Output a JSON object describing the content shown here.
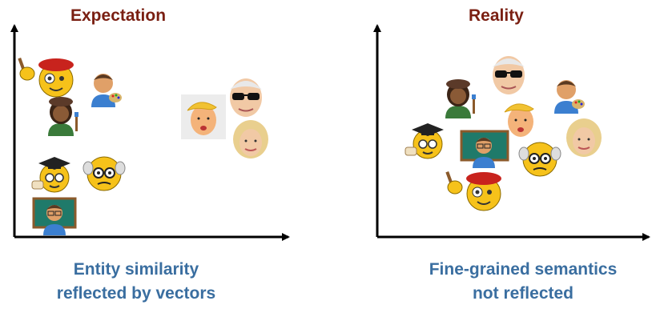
{
  "left_panel": {
    "title": "Expectation",
    "caption_line1": "Entity similarity",
    "caption_line2": "reflected by vectors"
  },
  "right_panel": {
    "title": "Reality",
    "caption_line1": "Fine-grained semantics",
    "caption_line2": "not reflected"
  },
  "colors": {
    "title": "#7a1f12",
    "caption": "#3a6ea0",
    "axis": "#000000",
    "emoji_yellow": "#f6c21a",
    "beret_red": "#c8231d",
    "beret_brown": "#5b3a29"
  },
  "entities": [
    "painter-man",
    "painter-man-emoji",
    "painter-woman",
    "scientist",
    "professor",
    "teacher",
    "man-sunglasses",
    "man-blond",
    "woman-blonde"
  ]
}
